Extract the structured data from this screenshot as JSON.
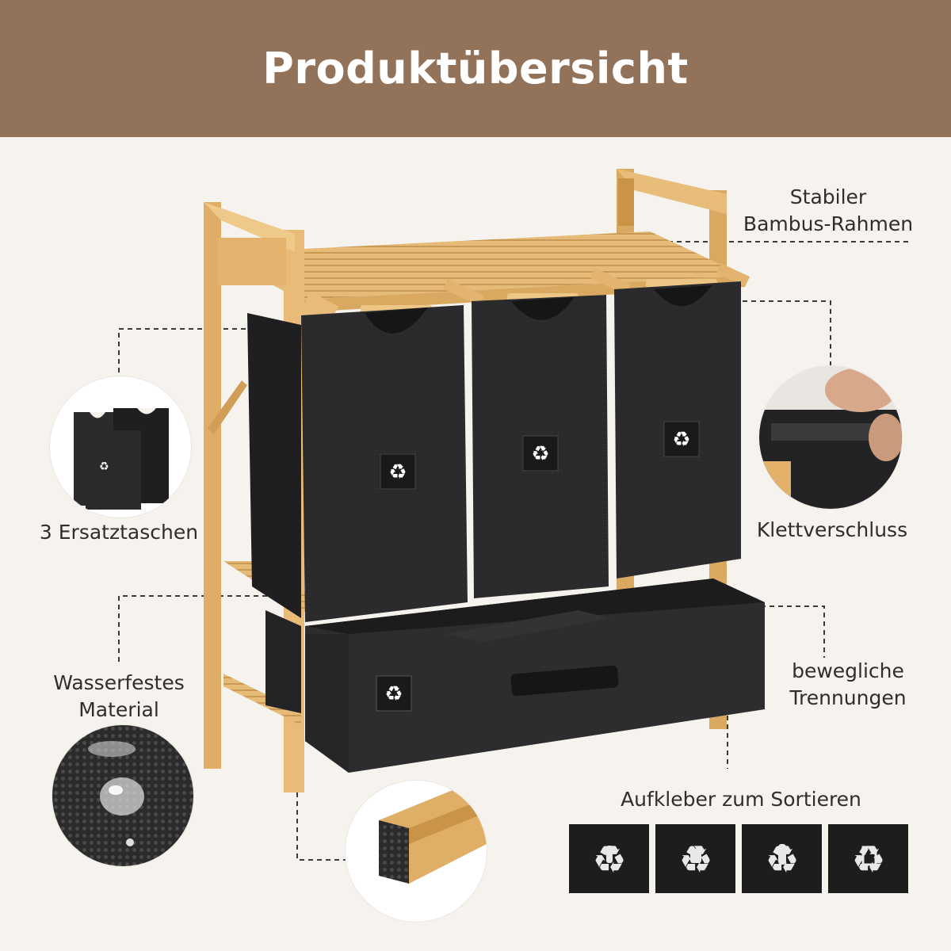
{
  "title": "Produktübersicht",
  "callouts": {
    "frame": {
      "line1": "Stabiler",
      "line2": "Bambus-Rahmen"
    },
    "spare_bags": {
      "text": "3 Ersatztaschen"
    },
    "velcro": {
      "text": "Klettverschluss"
    },
    "waterproof": {
      "line1": "Wasserfestes",
      "line2": "Material"
    },
    "dividers": {
      "line1": "bewegliche",
      "line2": "Trennungen"
    },
    "stickers": {
      "text": "Aufkleber zum Sortieren"
    }
  },
  "sticker_icons": [
    "bottle-recycle-icon",
    "can-recycle-icon",
    "plastic-bottle-recycle-icon",
    "paper-recycle-icon"
  ],
  "colors": {
    "header": "#92735a",
    "background": "#f6f2ee",
    "bamboo": "#e2b670",
    "bag": "#2a2a2c",
    "text": "#2e2e2e"
  }
}
